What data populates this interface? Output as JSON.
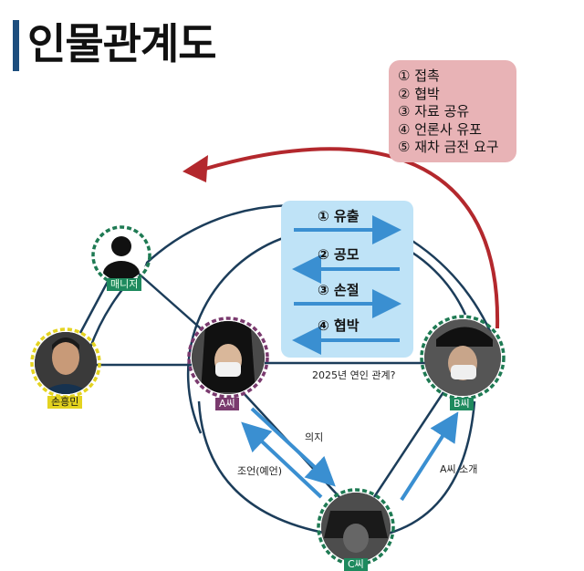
{
  "title": "인물관계도",
  "legend_box": {
    "items": [
      "① 접촉",
      "② 협박",
      "③ 자료 공유",
      "④ 언론사 유포",
      "⑤ 재차 금전 요구"
    ]
  },
  "center_box": {
    "items": [
      "① 유출",
      "② 공모",
      "③ 손절",
      "④ 협박"
    ]
  },
  "nodes": {
    "manager": "매니저",
    "son": "손흥민",
    "a": "A씨",
    "b": "B씨",
    "c": "C씨"
  },
  "edge_labels": {
    "ab_relation": "2025년 연인 관계?",
    "will": "의지",
    "advice": "조언(예언)",
    "intro": "A씨 소개"
  },
  "colors": {
    "title_bar": "#1d4e7e",
    "line": "#1c3d5a",
    "red_arrow": "#b3282d",
    "pink_box": "#e8b3b6",
    "blue_box": "#bfe3f7",
    "blue_arrow": "#3a8fd1",
    "ring_green": "#1e7a53",
    "ring_purple": "#7a3a6e",
    "ring_yellow": "#e4d320",
    "tag_green": "#1e8a5e"
  }
}
